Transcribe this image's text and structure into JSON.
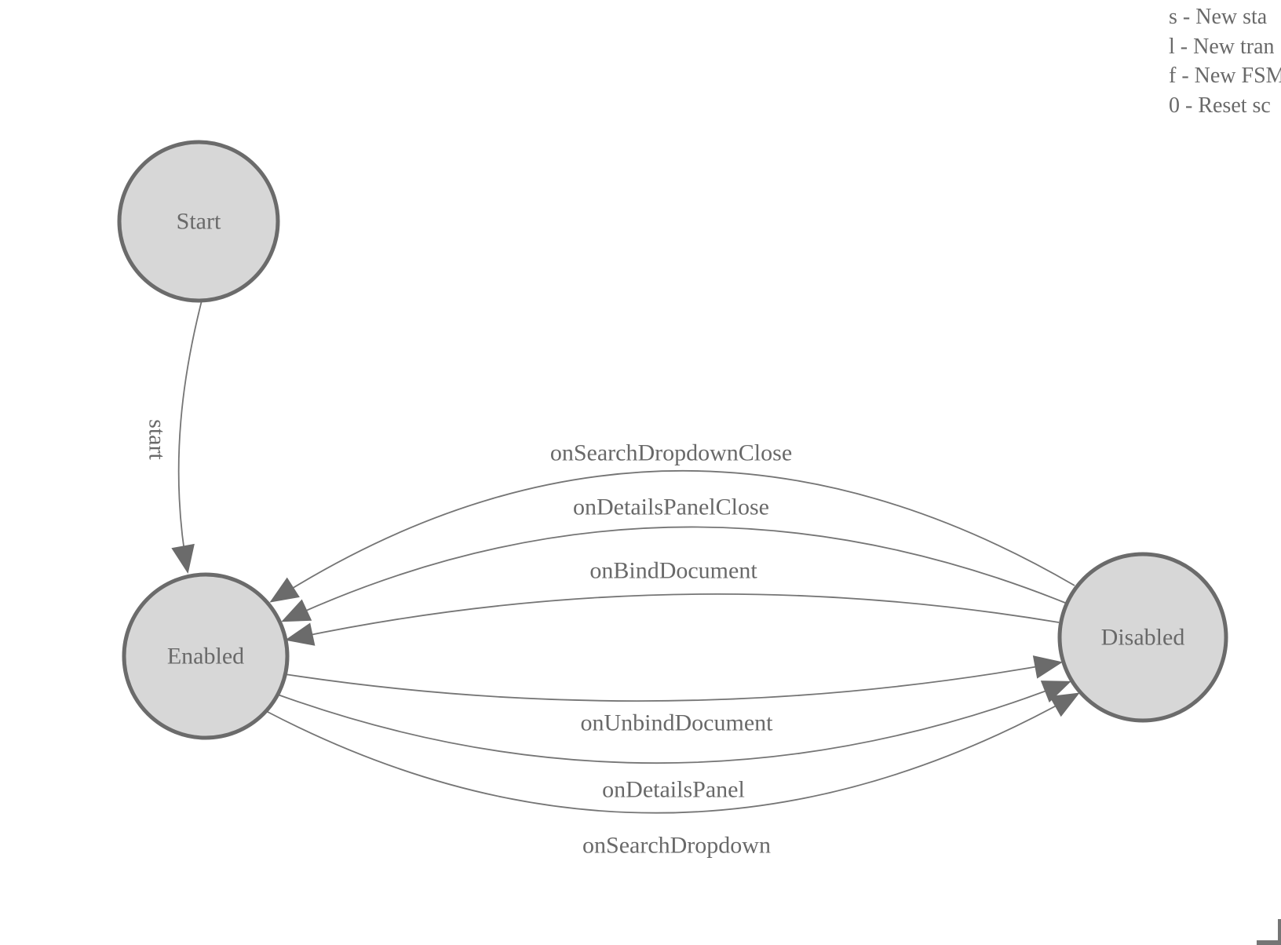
{
  "app": {
    "kind": "fsm-state-diagram-editor",
    "background": "#ffffff"
  },
  "colors": {
    "node_fill": "#d7d7d7",
    "node_stroke": "#6b6b6b",
    "edge_stroke": "#757575",
    "text": "#696969"
  },
  "legend": {
    "lines": [
      "s - New sta",
      "l - New tran",
      "f - New FSM",
      "0 - Reset sc"
    ]
  },
  "diagram": {
    "nodes": [
      {
        "id": "start",
        "label": "Start"
      },
      {
        "id": "enabled",
        "label": "Enabled"
      },
      {
        "id": "disabled",
        "label": "Disabled"
      }
    ],
    "edges": [
      {
        "from": "Start",
        "to": "Enabled",
        "label": "start"
      },
      {
        "from": "Disabled",
        "to": "Enabled",
        "label": "onSearchDropdownClose"
      },
      {
        "from": "Disabled",
        "to": "Enabled",
        "label": "onDetailsPanelClose"
      },
      {
        "from": "Disabled",
        "to": "Enabled",
        "label": "onBindDocument"
      },
      {
        "from": "Enabled",
        "to": "Disabled",
        "label": "onUnbindDocument"
      },
      {
        "from": "Enabled",
        "to": "Disabled",
        "label": "onDetailsPanel"
      },
      {
        "from": "Enabled",
        "to": "Disabled",
        "label": "onSearchDropdown"
      }
    ]
  }
}
